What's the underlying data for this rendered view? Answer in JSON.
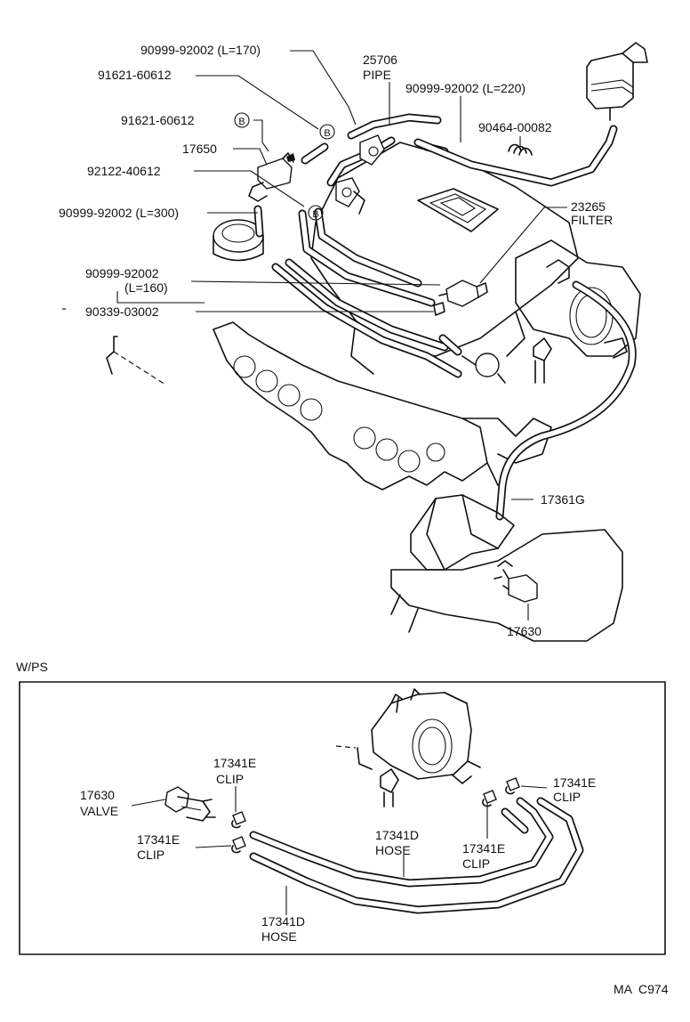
{
  "labels": {
    "hose_l170": "90999-92002 (L=170)",
    "union_91621_top": "91621-60612",
    "union_91621_b": "91621-60612",
    "marker_b": "B",
    "vsv_17650": "17650",
    "bolt_92122": "92122-40612",
    "hose_l300": "90999-92002 (L=300)",
    "pipe_number": "25706",
    "pipe_name": "PIPE",
    "hose_l220": "90999-92002 (L=220)",
    "clip_90464": "90464-00082",
    "filter_number": "23265",
    "filter_name": "FILTER",
    "hose_l160_a": "90999-92002",
    "hose_l160_b": "(L=160)",
    "part_90339": "90339-03002",
    "hose_17361g": "17361G",
    "valve_17630_top": "17630",
    "wps": "W/PS",
    "valve_17630_num": "17630",
    "valve_17630_name": "VALVE",
    "clip_a_num": "17341E",
    "clip_a_name": "CLIP",
    "clip_b_num": "17341E",
    "clip_b_name": "CLIP",
    "hose_d_num": "17341D",
    "hose_d_name": "HOSE",
    "clip_c_num": "17341E",
    "clip_c_name": "CLIP",
    "clip_d_num": "17341E",
    "clip_d_name": "CLIP",
    "hose_d2_num": "17341D",
    "hose_d2_name": "HOSE",
    "footer_code": "MA  C974"
  }
}
